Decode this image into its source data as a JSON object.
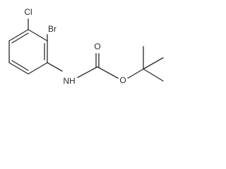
{
  "molecule": {
    "atom_labels": {
      "chlorine": "Cl",
      "bromine": "Br",
      "amine": "NH",
      "carbonyl_oxygen": "O",
      "ester_oxygen": "O"
    }
  }
}
